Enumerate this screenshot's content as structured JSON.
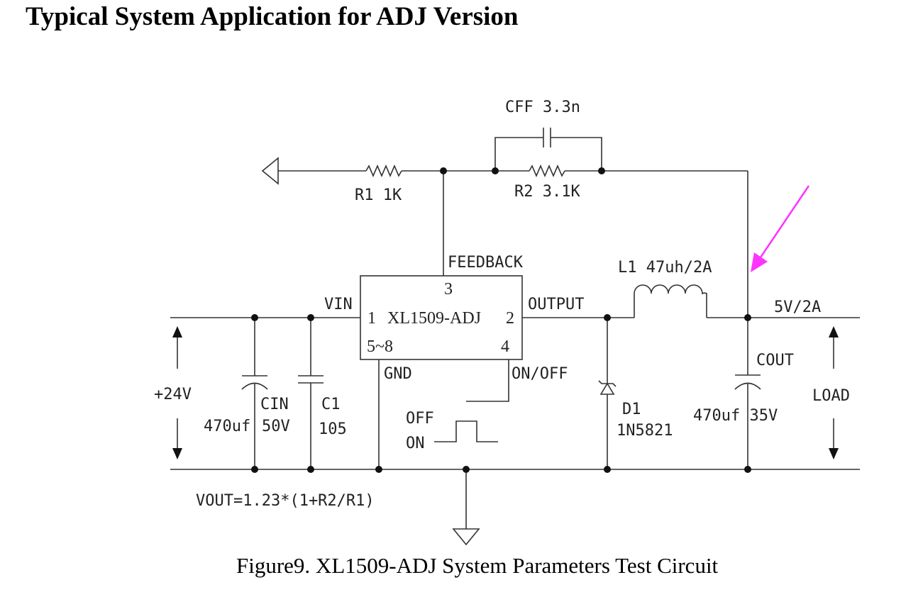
{
  "title": "Typical System Application for ADJ Version",
  "caption": "Figure9. XL1509-ADJ System Parameters Test Circuit",
  "accent_color": "#ff33ff",
  "ic": {
    "name": "XL1509-ADJ",
    "pin1": "1",
    "pin2": "2",
    "pin3": "3",
    "pin4": "4",
    "pin58": "5~8",
    "label_vin": "VIN",
    "label_output": "OUTPUT",
    "label_feedback": "FEEDBACK",
    "label_gnd": "GND",
    "label_onoff": "ON/OFF"
  },
  "components": {
    "cff": "CFF  3.3n",
    "r1": "R1  1K",
    "r2": "R2  3.1K",
    "l1": "L1  47uh/2A",
    "d1_name": "D1",
    "d1_part": "1N5821",
    "cout_name": "COUT",
    "cout_value": "470uf 35V",
    "cin_name": "CIN",
    "cin_cap": "470uf",
    "cin_volt": "50V",
    "c1_name": "C1",
    "c1_value": "105"
  },
  "labels": {
    "vin_voltage": "+24V",
    "vout": "5V/2A",
    "load": "LOAD",
    "off": "OFF",
    "on": "ON",
    "formula": "VOUT=1.23*(1+R2/R1)"
  }
}
